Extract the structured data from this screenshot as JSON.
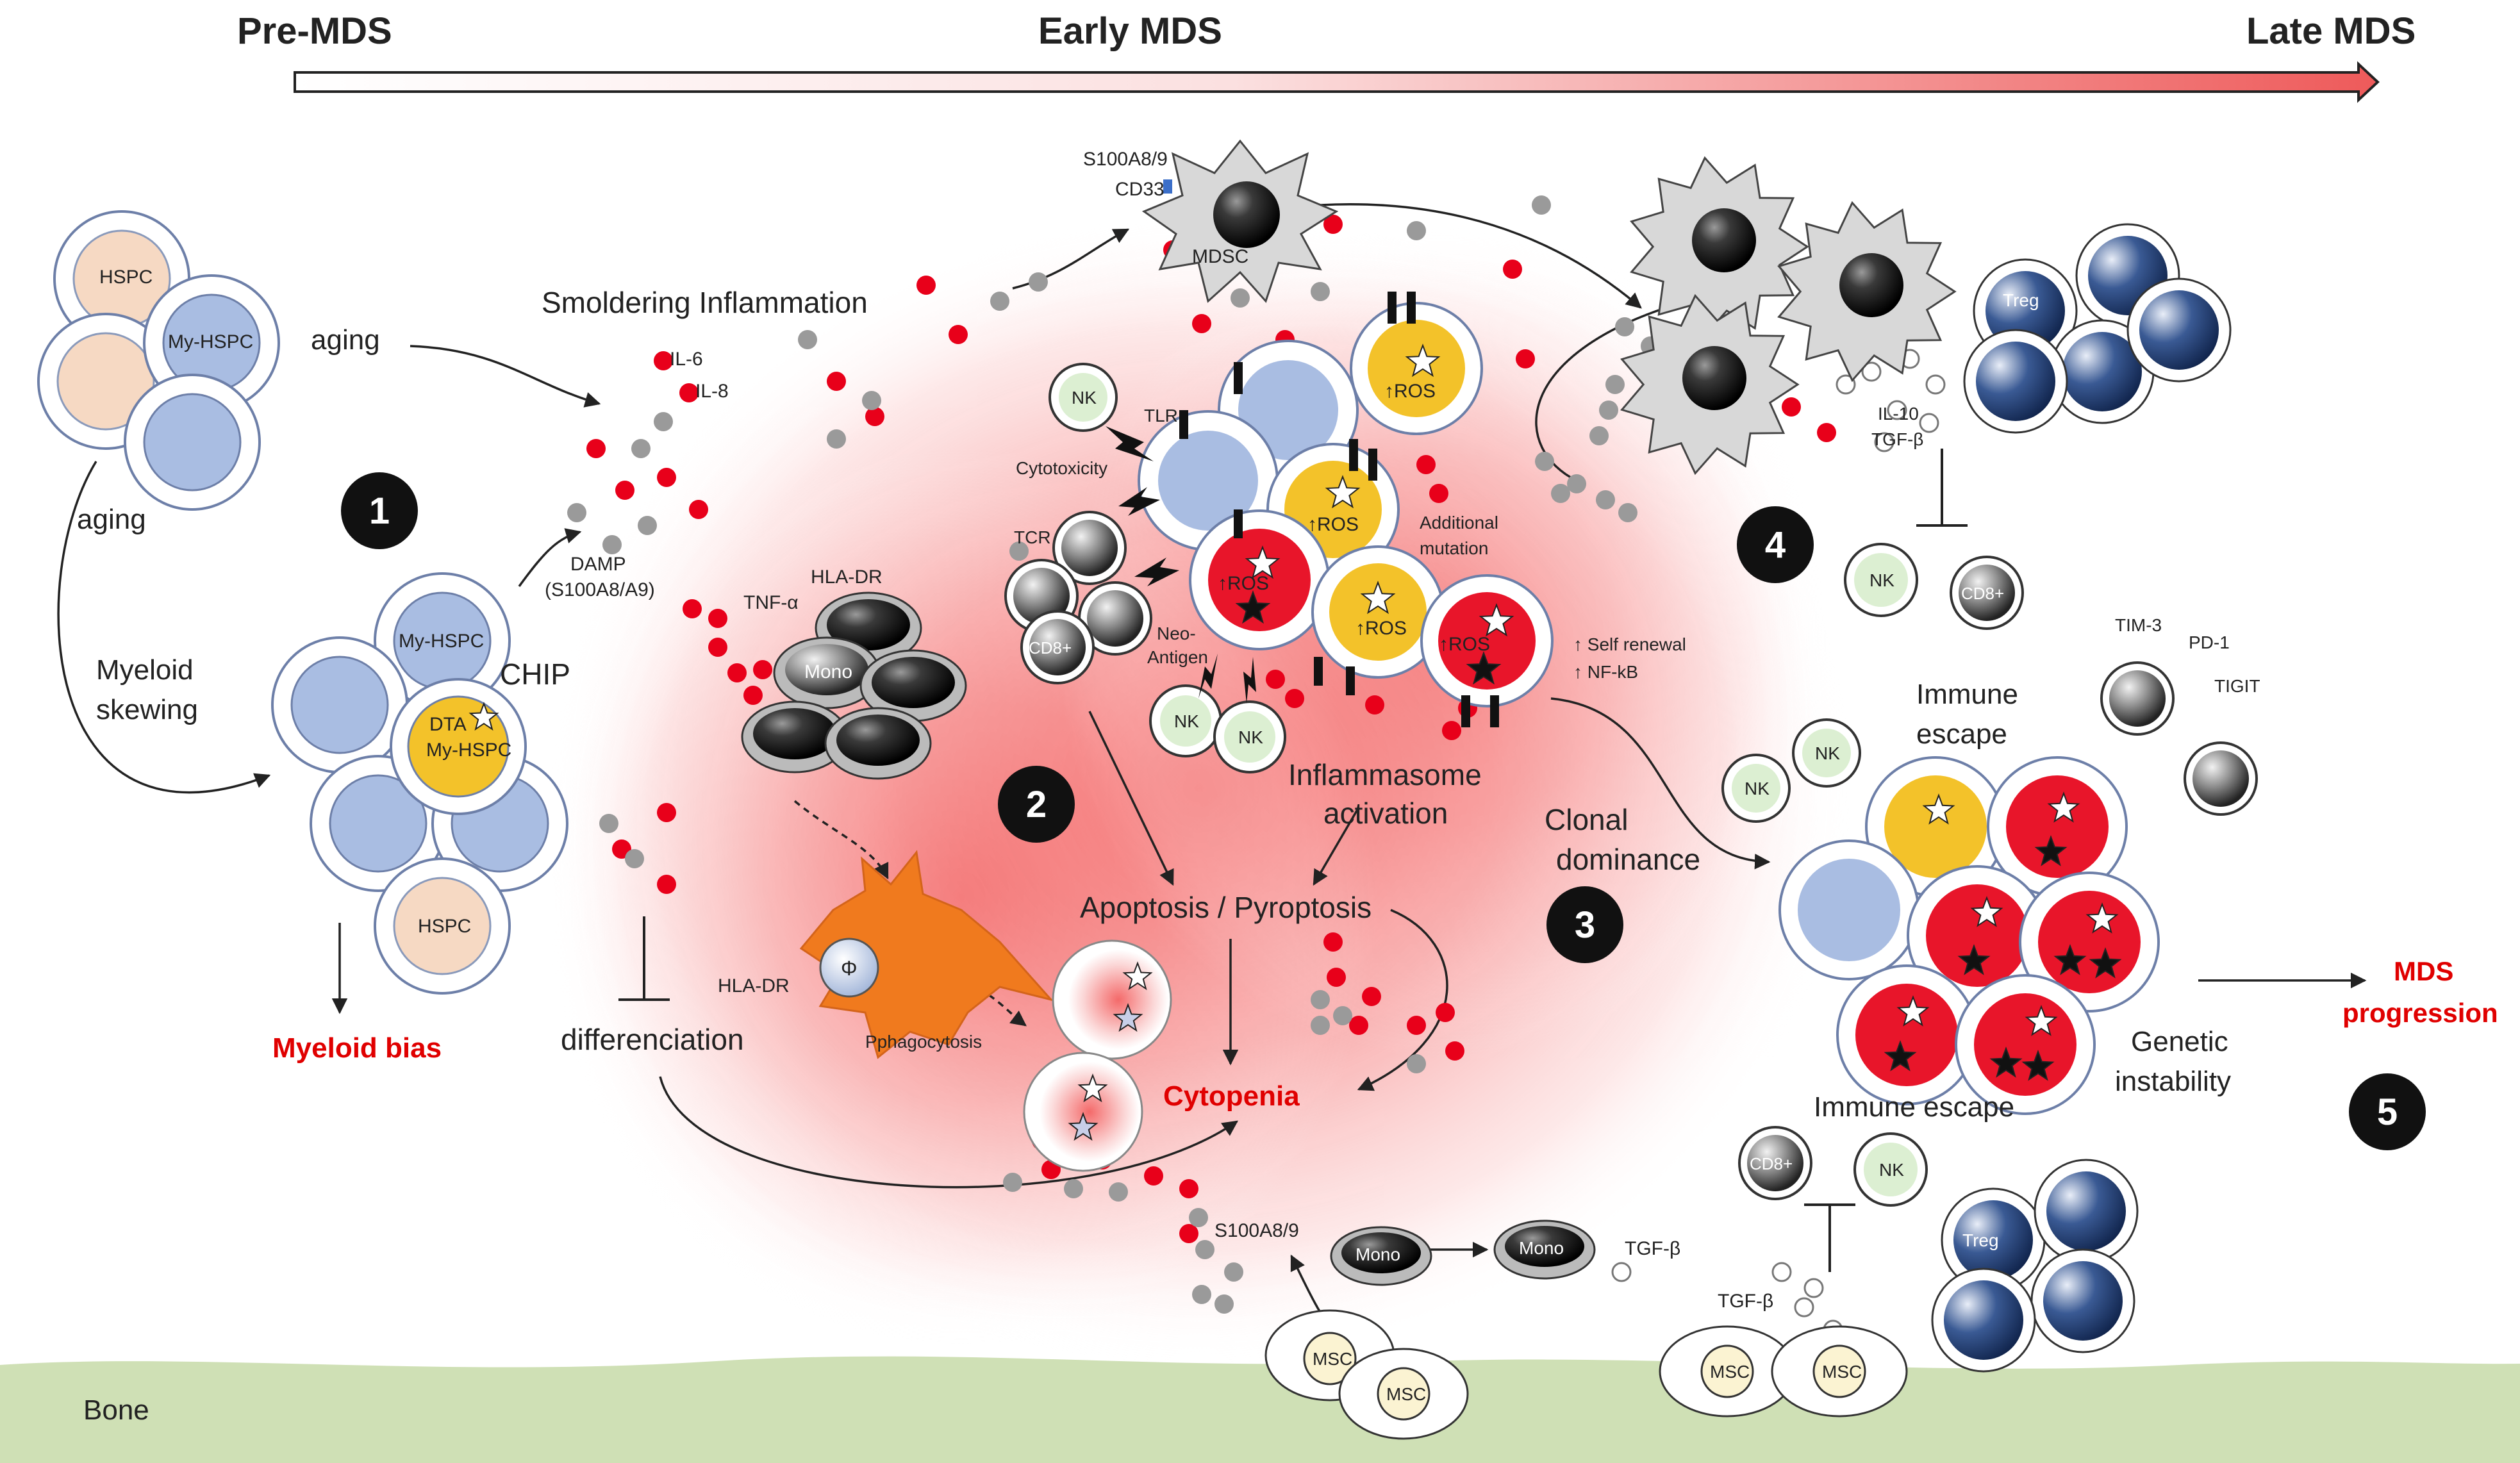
{
  "header": {
    "pre": "Pre-MDS",
    "early": "Early MDS",
    "late": "Late MDS"
  },
  "steps": [
    "1",
    "2",
    "3",
    "4",
    "5"
  ],
  "labels": {
    "hspc": "HSPC",
    "my_hspc": "My-HSPC",
    "dta": "DTA",
    "chip": "CHIP",
    "aging": "aging",
    "myeloid_skewing_1": "Myeloid",
    "myeloid_skewing_2": "skewing",
    "myeloid_bias": "Myeloid bias",
    "smoldering": "Smoldering Inflammation",
    "il6": "IL-6",
    "il8": "IL-8",
    "damp_1": "DAMP",
    "damp_2": "(S100A8/A9)",
    "tnf": "TNF-α",
    "hla_dr": "HLA-DR",
    "mono": "Mono",
    "differenciation": "differenciation",
    "phi": "Φ",
    "phagocytosis": "Pphagocytosis",
    "s100a89": "S100A8/9",
    "cd33": "CD33",
    "mdsc": "MDSC",
    "nk": "NK",
    "tlr": "TLR",
    "cytotoxicity": "Cytotoxicity",
    "tcr": "TCR",
    "cd8": "CD8+",
    "neo_1": "Neo-",
    "neo_2": "Antigen",
    "ros": "↑ROS",
    "add_mut_1": "Additional",
    "add_mut_2": "mutation",
    "self_renewal": "↑ Self renewal",
    "nfkb": "↑ NF-kB",
    "inflammasome_1": "Inflammasome",
    "inflammasome_2": "activation",
    "apoptosis": "Apoptosis / Pyroptosis",
    "cytopenia": "Cytopenia",
    "clonal_1": "Clonal",
    "clonal_2": "dominance",
    "treg": "Treg",
    "il10": "IL-10",
    "tgfb": "TGF-β",
    "immune_escape_1": "Immune",
    "immune_escape_2": "escape",
    "immune_escape_full": "Immune escape",
    "tim3": "TIM-3",
    "pd1": "PD-1",
    "tigit": "TIGIT",
    "genetic_1": "Genetic",
    "genetic_2": "instability",
    "mds_prog_1": "MDS",
    "mds_prog_2": "progression",
    "msc": "MSC",
    "bone": "Bone"
  },
  "colors": {
    "red": "#e00000",
    "dot_red": "#e8001a",
    "dot_gray": "#9a9a9a",
    "yellow": "#f3c22a",
    "blue_cell": "#a9bde2",
    "peach": "#f6d9c3",
    "navy": "#16305e",
    "orange": "#f07a1e",
    "bone": "#cfe0b5",
    "nk": "#dcefd2",
    "msc": "#fbf3d2"
  }
}
